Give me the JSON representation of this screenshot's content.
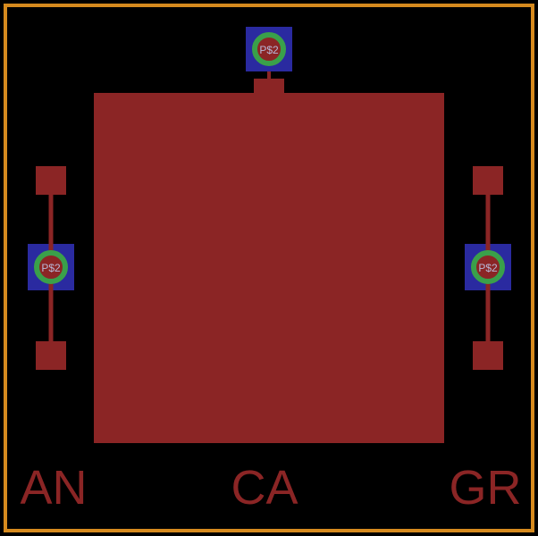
{
  "colors": {
    "background": "#000000",
    "board_outline": "#d68a1e",
    "copper": "#8b2525",
    "pad_blue": "#2a2aa0",
    "pad_ring": "#3aa04a",
    "pad_text": "#b8b8d8"
  },
  "pads": {
    "top": {
      "name": "P$2"
    },
    "left": {
      "name": "P$2"
    },
    "right": {
      "name": "P$2"
    }
  },
  "labels": {
    "an": "AN",
    "ca": "CA",
    "gr": "GR"
  }
}
